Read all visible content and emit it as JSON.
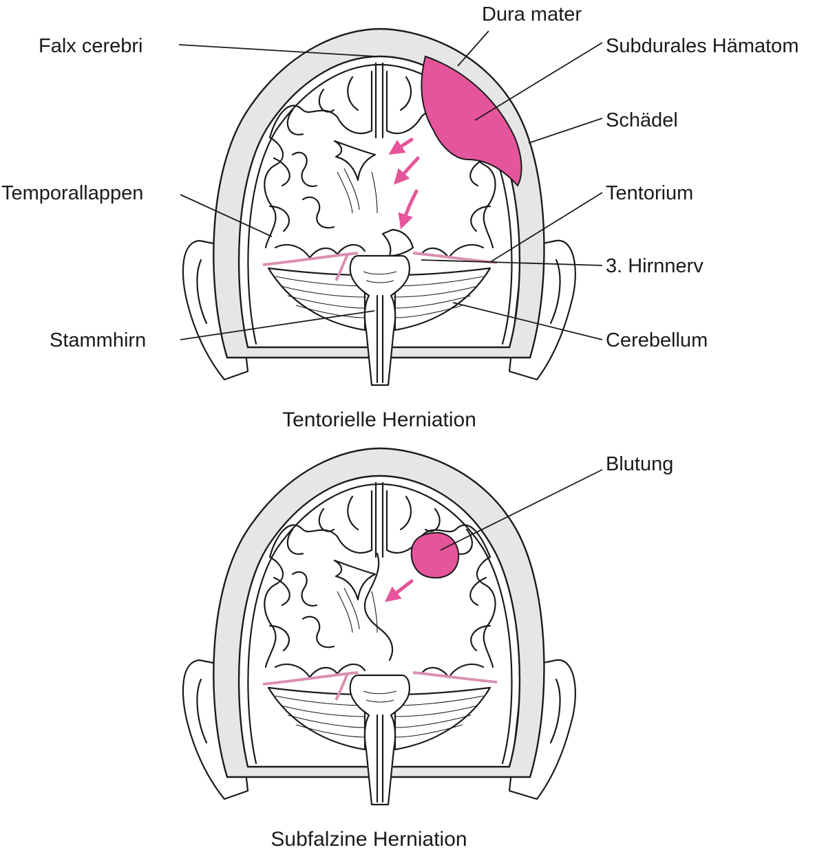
{
  "colors": {
    "accent": "#e5559b",
    "tentorium": "#d98fb0",
    "skull": "#e6e6e6",
    "ink": "#1a1a1a"
  },
  "top": {
    "caption": "Tentorielle Herniation",
    "labels": {
      "falx": "Falx cerebri",
      "dura": "Dura mater",
      "hematoma": "Subdurales Hämatom",
      "skull": "Schädel",
      "temporal": "Temporallappen",
      "tentorium": "Tentorium",
      "nerve": "3. Hirnnerv",
      "brainstem": "Stammhirn",
      "cerebellum": "Cerebellum"
    }
  },
  "bottom": {
    "caption": "Subfalzine Herniation",
    "labels": {
      "bleeding": "Blutung"
    }
  }
}
